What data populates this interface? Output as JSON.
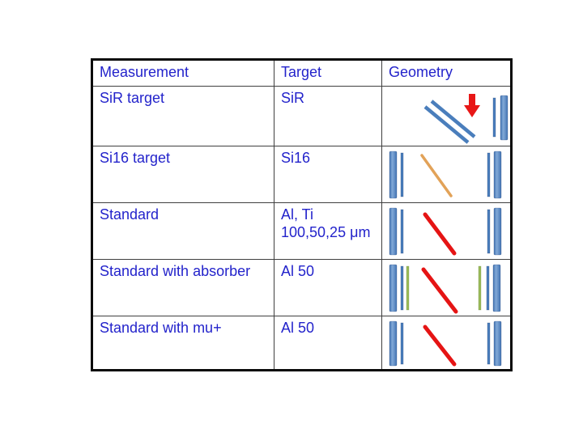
{
  "table": {
    "headers": [
      {
        "label": "Measurement"
      },
      {
        "label": "Target"
      },
      {
        "label": "Geometry"
      }
    ],
    "rows": [
      {
        "measurement": "SiR target",
        "target": "SiR",
        "geometry_icon": "tilted-sir-target-with-beam-arrow-and-exit-detector-bars"
      },
      {
        "measurement": "Si16 target",
        "target": "Si16",
        "geometry_icon": "entrance-bars-tan-target-line-exit-bars"
      },
      {
        "measurement": "Standard",
        "target": "Al, Ti",
        "target_line2": "100,50,25 μm",
        "geometry_icon": "entrance-bars-red-target-line-exit-bars"
      },
      {
        "measurement": "Standard with absorber",
        "target": "Al 50",
        "geometry_icon": "entrance-bars-green-absorber-red-target-line-exit-bars"
      },
      {
        "measurement": "Standard with mu+",
        "target": "Al 50",
        "geometry_icon": "entrance-bars-red-target-line-exit-bars"
      }
    ]
  },
  "colors": {
    "text_blue": "#2323cb",
    "bar_blue": "#4a7ebc",
    "bar_green": "#9bbb59",
    "line_tan": "#e2a258",
    "line_red": "#e51414",
    "arrow_red": "#e81717",
    "outer_border": "#0a0a0a",
    "inner_border": "#3f3f3f",
    "background": "#ffffff"
  }
}
